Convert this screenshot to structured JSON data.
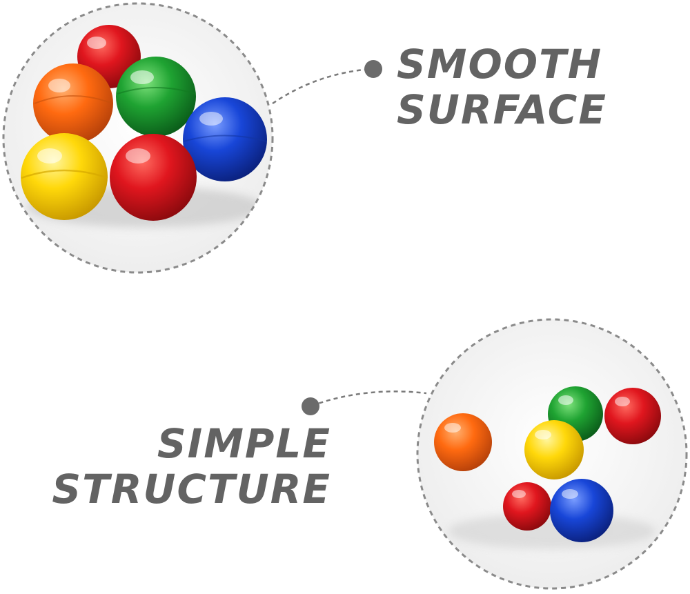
{
  "features": [
    {
      "lines": [
        "SMOOTH",
        "SURFACE"
      ]
    },
    {
      "lines": [
        "SIMPLE",
        "STRUCTURE"
      ]
    }
  ],
  "colors": {
    "background": "#ffffff",
    "text": "#636363",
    "circle_outline": "#8a8a8a",
    "dot": "#6b6b6b",
    "ball_red": "#e0161e",
    "ball_orange": "#ff6a10",
    "ball_green": "#1fa332",
    "ball_blue": "#1846d8",
    "ball_yellow": "#ffd80a"
  }
}
